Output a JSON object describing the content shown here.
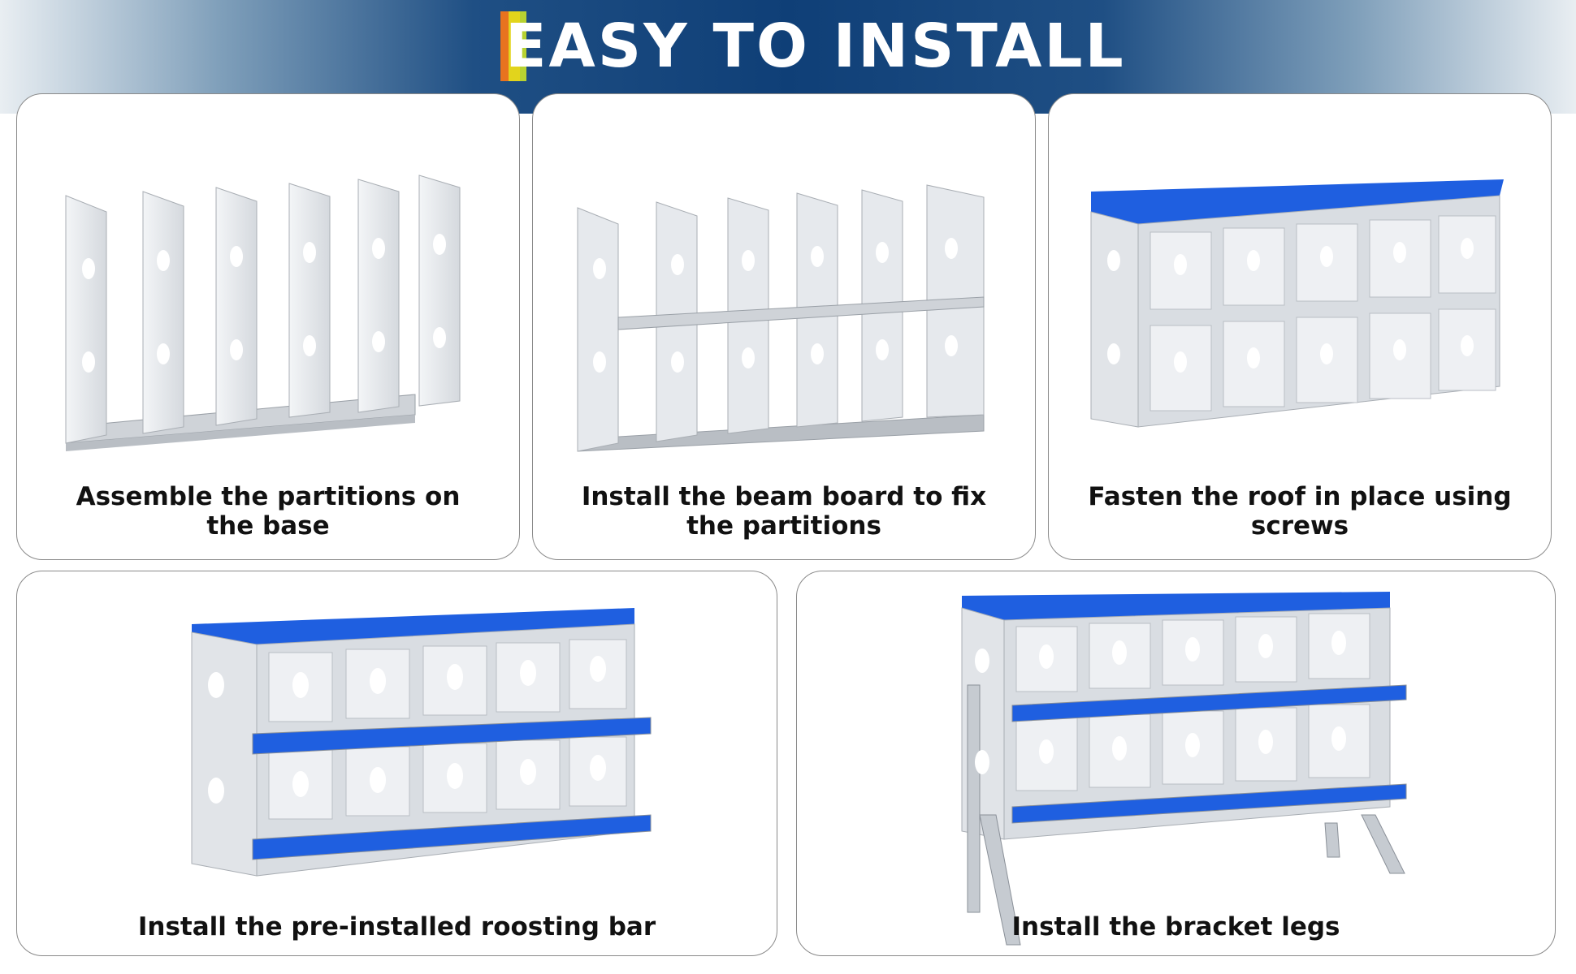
{
  "banner": {
    "title": "EASY TO INSTALL"
  },
  "steps": [
    {
      "caption": "Assemble the partitions on the base"
    },
    {
      "caption": "Install the beam board to fix the partitions"
    },
    {
      "caption": "Fasten the roof in place using screws"
    },
    {
      "caption": "Install the pre-installed roosting bar"
    },
    {
      "caption": "Install the bracket legs"
    }
  ],
  "colors": {
    "banner_navy": "#0f3f77",
    "roof_blue": "#1f5fe0",
    "panel_silver": "#e7eaee",
    "accent_orange": "#e8731f",
    "accent_yellow": "#e2d41c",
    "accent_green": "#b7d231"
  },
  "icons": [
    "hen-silhouette-icon"
  ]
}
